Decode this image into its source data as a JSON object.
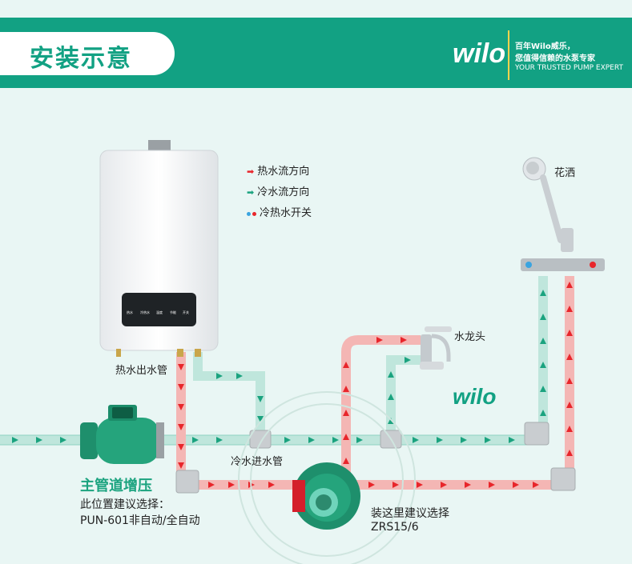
{
  "header": {
    "title": "安装示意",
    "brand": "wilo",
    "tagline1": "百年Wilo威乐，",
    "tagline2": "您值得信赖的水泵专家",
    "tagline3": "YOUR TRUSTED PUMP EXPERT",
    "bg_color": "#12a183"
  },
  "legend": {
    "hot": "热水流方向",
    "cold": "冷水流方向",
    "switch": "冷热水开关"
  },
  "heater": {
    "panel_labels": [
      "热水",
      "冷热水",
      "温度",
      "节能",
      "开关"
    ]
  },
  "labels": {
    "shower": "花洒",
    "faucet": "水龙头",
    "hot_outlet": "热水出水管",
    "cold_inlet": "冷水进水管",
    "main_title": "主管道增压",
    "main_desc1": "此位置建议选择：",
    "main_desc2": "PUN-601非自动/全自动",
    "install_desc1": "装这里建议选择",
    "install_desc2": "ZRS15/6",
    "watermark_brand": "wilo"
  },
  "colors": {
    "hot": "#e8262b",
    "cold": "#1ba37f",
    "pipe_hot": "#f4b6b4",
    "pipe_cold": "#bfe6dc"
  }
}
